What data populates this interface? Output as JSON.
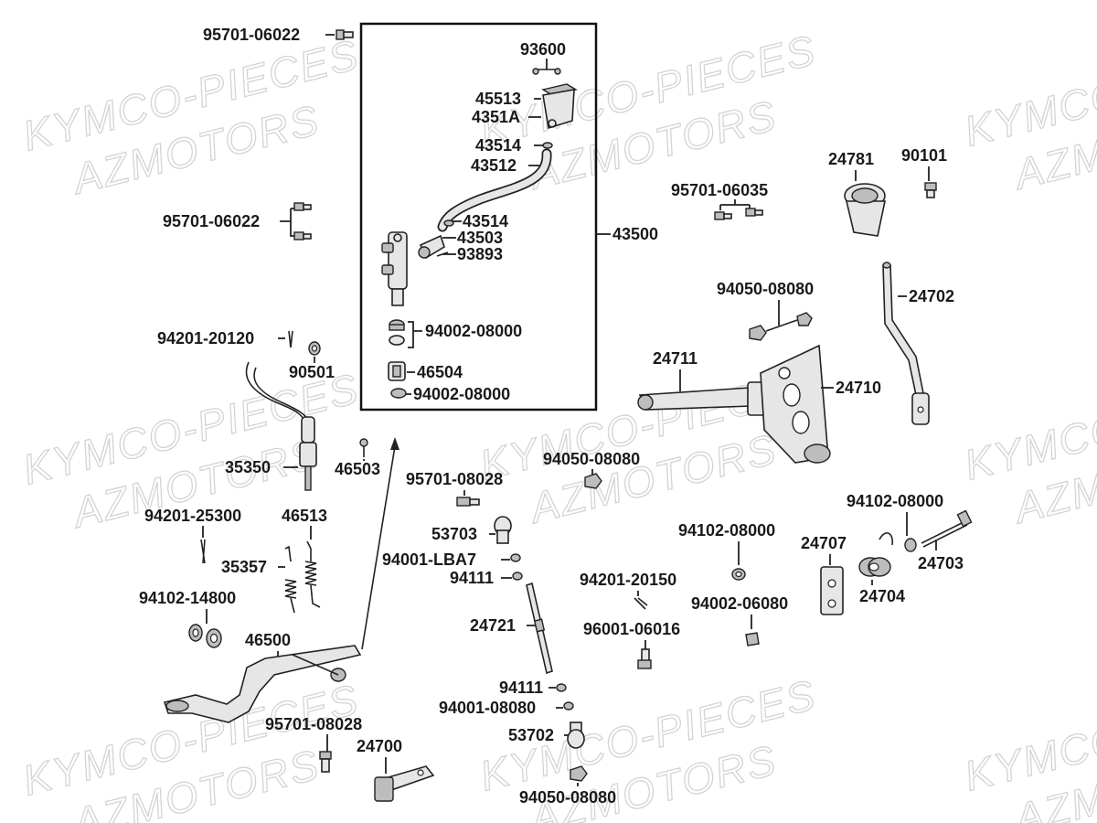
{
  "watermarks": [
    {
      "text": "KYMCO-PIECES"
    },
    {
      "text": "AZMOTORS"
    },
    {
      "text": "KYMCO-PIECES"
    },
    {
      "text": "AZMOTORS"
    },
    {
      "text": "KYMCO-PIECES"
    },
    {
      "text": "AZMOTORS"
    },
    {
      "text": "KYMCO-PIECES"
    },
    {
      "text": "AZMOTORS"
    },
    {
      "text": "KYMCO-PIECES"
    },
    {
      "text": "AZMOTORS"
    },
    {
      "text": "KYMCO-PIECES"
    },
    {
      "text": "AZMOTORS"
    },
    {
      "text": "KYMCO-PIECES"
    },
    {
      "text": "AZMOTORS"
    },
    {
      "text": "KYMCO-PIECES"
    },
    {
      "text": "AZMOTORS"
    },
    {
      "text": "KYMCO-PIECES"
    },
    {
      "text": "AZMOTORS"
    }
  ],
  "labels": {
    "p95701_06022_top": "95701-06022",
    "p93600": "93600",
    "p45513": "45513",
    "p4351A": "4351A",
    "p43514_top": "43514",
    "p43512": "43512",
    "p43514_mid": "43514",
    "p43503": "43503",
    "p93893": "93893",
    "p43500": "43500",
    "p94002_08000_a": "94002-08000",
    "p46504": "46504",
    "p94002_08000_b": "94002-08000",
    "p95701_06022_mid": "95701-06022",
    "p94201_20120": "94201-20120",
    "p90501": "90501",
    "p35350": "35350",
    "p46503": "46503",
    "p94201_25300": "94201-25300",
    "p46513": "46513",
    "p35357": "35357",
    "p94102_14800": "94102-14800",
    "p46500": "46500",
    "p95701_08028_bot": "95701-08028",
    "p24700": "24700",
    "p95701_08028_mid": "95701-08028",
    "p53703": "53703",
    "p94001_LBA7": "94001-LBA7",
    "p94111_a": "94111",
    "p24721": "24721",
    "p94111_b": "94111",
    "p94001_08080": "94001-08080",
    "p53702": "53702",
    "p94050_08080_bot": "94050-08080",
    "p94050_08080_mid": "94050-08080",
    "p94201_20150": "94201-20150",
    "p96001_06016": "96001-06016",
    "p95701_06035": "95701-06035",
    "p24781": "24781",
    "p90101": "90101",
    "p24702": "24702",
    "p94050_08080_top": "94050-08080",
    "p24711": "24711",
    "p24710": "24710",
    "p94102_08000_r": "94102-08000",
    "p24703": "24703",
    "p24707": "24707",
    "p24704": "24704",
    "p94102_08000_m": "94102-08000",
    "p94002_06080": "94002-06080"
  }
}
